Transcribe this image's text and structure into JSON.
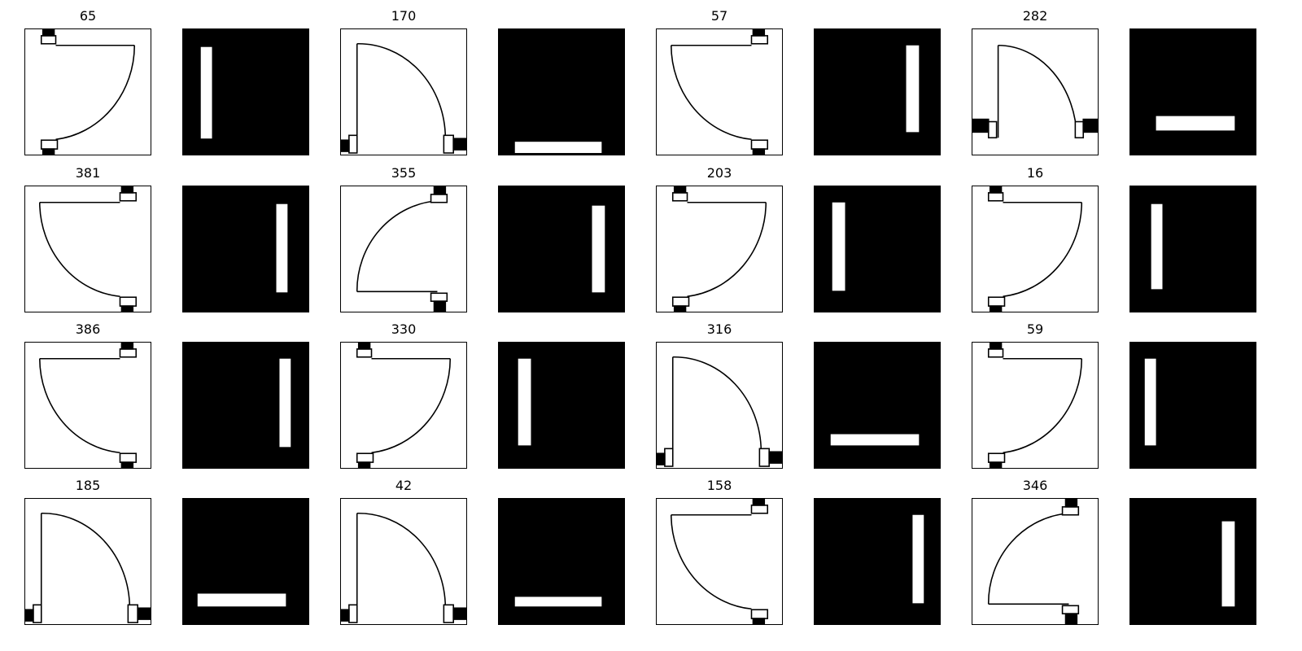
{
  "figure": {
    "pairs": [
      {
        "label": "65",
        "door_orientation": "hinge-left, opens-right, arc-down",
        "mask_orientation": "vertical-left"
      },
      {
        "label": "170",
        "door_orientation": "hinge-bottom, arc-up-right",
        "mask_orientation": "horizontal-bottom"
      },
      {
        "label": "57",
        "door_orientation": "hinge-right, opens-left, arc-down",
        "mask_orientation": "vertical-right"
      },
      {
        "label": "282",
        "door_orientation": "hinge-bottom-inset, arc-up-right",
        "mask_orientation": "horizontal-middle"
      },
      {
        "label": "381",
        "door_orientation": "hinge-right, opens-left, arc-down",
        "mask_orientation": "vertical-right"
      },
      {
        "label": "355",
        "door_orientation": "hinge-right, opens-left, arc-up",
        "mask_orientation": "vertical-right"
      },
      {
        "label": "203",
        "door_orientation": "hinge-left, opens-right, arc-down",
        "mask_orientation": "vertical-left"
      },
      {
        "label": "16",
        "door_orientation": "hinge-left, opens-right, arc-down",
        "mask_orientation": "vertical-left"
      },
      {
        "label": "386",
        "door_orientation": "hinge-right, opens-left, arc-down",
        "mask_orientation": "vertical-right"
      },
      {
        "label": "330",
        "door_orientation": "hinge-left, opens-right, arc-down",
        "mask_orientation": "vertical-left"
      },
      {
        "label": "316",
        "door_orientation": "hinge-bottom, arc-up-right",
        "mask_orientation": "horizontal-bottom"
      },
      {
        "label": "59",
        "door_orientation": "hinge-left, opens-right, arc-down",
        "mask_orientation": "vertical-left"
      },
      {
        "label": "185",
        "door_orientation": "hinge-bottom, arc-up-right",
        "mask_orientation": "horizontal-bottom"
      },
      {
        "label": "42",
        "door_orientation": "hinge-bottom, arc-up-right",
        "mask_orientation": "horizontal-bottom"
      },
      {
        "label": "158",
        "door_orientation": "hinge-right, opens-left, arc-down",
        "mask_orientation": "vertical-right"
      },
      {
        "label": "346",
        "door_orientation": "hinge-right, opens-left, arc-up",
        "mask_orientation": "vertical-right"
      }
    ],
    "colors": {
      "door_background": "#ffffff",
      "door_stroke": "#000000",
      "mask_background": "#000000",
      "mask_fill": "#ffffff"
    }
  }
}
